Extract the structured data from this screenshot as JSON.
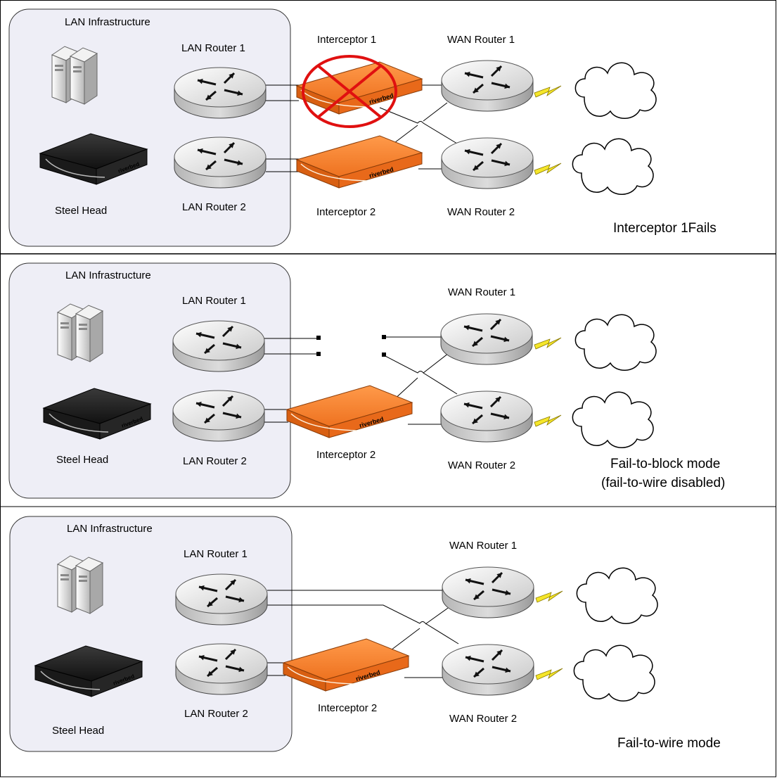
{
  "panels": [
    {
      "lan_infrastructure": "LAN Infrastructure",
      "lan_router_1": "LAN Router 1",
      "lan_router_2": "LAN Router 2",
      "steelhead": "Steel Head",
      "interceptor_1": "Interceptor 1",
      "interceptor_2": "Interceptor 2",
      "wan_router_1": "WAN Router 1",
      "wan_router_2": "WAN Router 2",
      "note_1": "Interceptor 1Fails",
      "note_2": ""
    },
    {
      "lan_infrastructure": "LAN Infrastructure",
      "lan_router_1": "LAN Router 1",
      "lan_router_2": "LAN Router 2",
      "steelhead": "Steel Head",
      "interceptor_2": "Interceptor 2",
      "wan_router_1": "WAN Router 1",
      "wan_router_2": "WAN Router 2",
      "note_1": "Fail-to-block mode",
      "note_2": "(fail-to-wire disabled)"
    },
    {
      "lan_infrastructure": "LAN Infrastructure",
      "lan_router_1": "LAN Router 1",
      "lan_router_2": "LAN Router 2",
      "steelhead": "Steel Head",
      "interceptor_2": "Interceptor 2",
      "wan_router_1": "WAN Router 1",
      "wan_router_2": "WAN Router 2",
      "note_1": "Fail-to-wire mode",
      "note_2": ""
    }
  ],
  "brand_text": "riverbed",
  "colors": {
    "interceptor": "#f07a2a",
    "fail_mark": "#e01010",
    "lightning": "#f5e62a",
    "lan_box": "#eeeef6"
  }
}
